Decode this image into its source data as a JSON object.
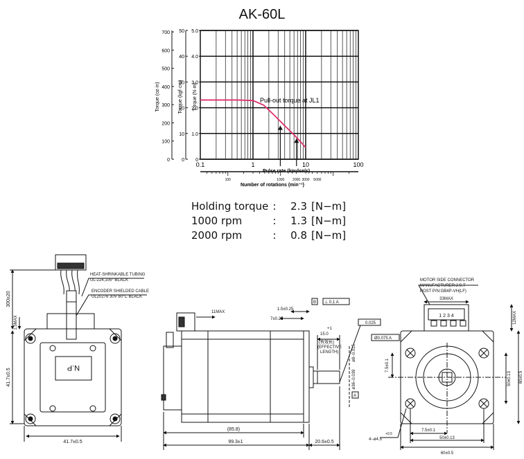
{
  "title": "AK-60L",
  "chart_data": {
    "type": "line",
    "xscale": "log",
    "xlim": [
      0.1,
      100
    ],
    "xticks": [
      "0.1",
      "1",
      "10",
      "100"
    ],
    "xlabel": "Pulse rate (kpulse/s)",
    "x2label": "Number of rotations (min⁻¹)",
    "x2ticks": [
      "100",
      "1000",
      "2000",
      "3000",
      "5000"
    ],
    "ylim": [
      0,
      5.0
    ],
    "yticks": [
      "0",
      "1.0",
      "2.0",
      "3.0",
      "4.0",
      "5.0"
    ],
    "ylabel": "Torque (N·m)",
    "y2label": "Torque (kgf·cm)",
    "y2ticks": [
      "0",
      "10",
      "20",
      "30",
      "40",
      "50"
    ],
    "y3label": "Torque (oz·in)",
    "y3ticks": [
      "0",
      "100",
      "200",
      "300",
      "400",
      "500",
      "600",
      "700"
    ],
    "curve_label": "Pull-out torque at JL1",
    "curve_color": "#e0306a",
    "series": [
      {
        "x": [
          0.1,
          0.3,
          0.5,
          1.0,
          1.6,
          2.5,
          4.0,
          6.0,
          8.0,
          10.0
        ],
        "values": [
          2.3,
          2.3,
          2.3,
          2.28,
          2.1,
          1.72,
          1.3,
          0.95,
          0.68,
          0.45
        ]
      }
    ],
    "markers": [
      {
        "x": 3.3,
        "y": 1.3
      },
      {
        "x": 6.7,
        "y": 0.8
      }
    ],
    "grid": true
  },
  "specs": [
    {
      "label": "Holding torque",
      "colon": ":",
      "value": "2.3",
      "unit": "[N−m]"
    },
    {
      "label": "1000 rpm",
      "colon": ":",
      "value": "1.3",
      "unit": "[N−m]"
    },
    {
      "label": "2000 rpm",
      "colon": ":",
      "value": "0.8",
      "unit": "[N−m]"
    }
  ],
  "drawing": {
    "tubing_label_1": "HEAT-SHRINKABLE TUBING",
    "tubing_label_2": "UL-224,105° BLACK",
    "cable_label_1": "ENCODER SHIELDED CABLE",
    "cable_label_2": "UL20276 30V 80°C BLACK",
    "dim_300": "300±20",
    "dim_15max": "1.5MAX",
    "dim_41_7_v": "41.7±0.5",
    "dim_41_7_h": "41.7±0.5",
    "plate_text": "N.P",
    "dim_11max": "11MAX",
    "dim_1_5": "1.5±0.25",
    "dim_7": "7±0.25",
    "fcf_b": "B",
    "fcf_perp": "⊥ 0.1 A",
    "dim_15": "15.0",
    "dim_15_tol": "+1",
    "dim_eff_1": "(有效长)",
    "dim_eff_2": "(EFFECTIVE",
    "dim_eff_3": "LENGTH)",
    "fcf_flat": "0.025",
    "fcf_conc": "Ø0.075 A",
    "dim_shaft": "ø8−0.015",
    "dim_pilot": "ø36−0.039",
    "datum_a": "A",
    "dim_85_8": "(85.8)",
    "dim_99_3": "99.3±1",
    "dim_20_6": "20.6±0.5",
    "conn_1": "MOTOR SIDE CONNECTOR",
    "conn_2": "MANUFACTURER:J.S.T",
    "conn_3": "POST P/N:GB4P-VH(LF)",
    "dim_33max": "33MAX",
    "pins": "1 2 3 4",
    "dim_12max": "12MAX",
    "dim_7_5_v": "7.5±0.1",
    "dim_50_v": "50±0.13",
    "dim_60_v": "60±0.5",
    "dim_7_5_h": "7.5±0.1",
    "dim_50_h": "50±0.13",
    "dim_60_h": "60±0.5",
    "dim_holes": "4−ø4.5",
    "dim_holes_tol": "+0.5"
  }
}
